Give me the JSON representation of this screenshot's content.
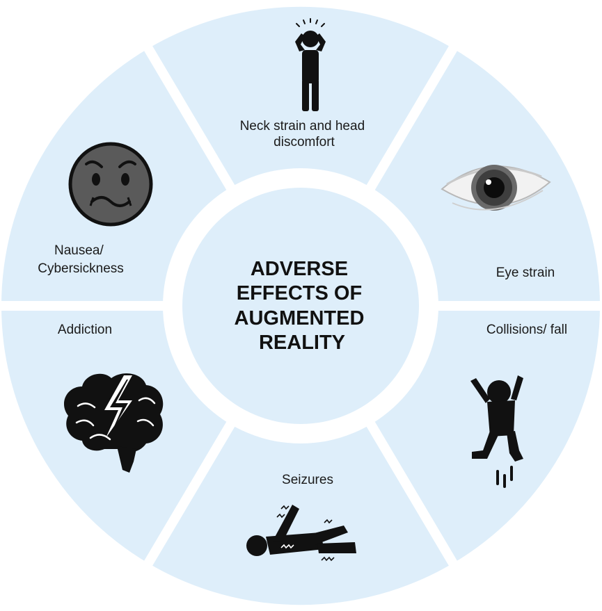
{
  "center": {
    "title_lines": [
      "ADVERSE",
      "EFFECTS OF",
      "AUGMENTED",
      "REALITY"
    ]
  },
  "segments": [
    {
      "id": "neck",
      "label_lines": [
        "Neck strain and head",
        "discomfort"
      ],
      "icon": "person-holding-head-icon"
    },
    {
      "id": "eye",
      "label_lines": [
        "Eye strain"
      ],
      "icon": "eye-icon"
    },
    {
      "id": "collision",
      "label_lines": [
        "Collisions/ fall"
      ],
      "icon": "falling-person-icon"
    },
    {
      "id": "seizures",
      "label_lines": [
        "Seizures"
      ],
      "icon": "seizure-person-icon"
    },
    {
      "id": "addiction",
      "label_lines": [
        "Addiction"
      ],
      "icon": "brain-lightning-icon"
    },
    {
      "id": "nausea",
      "label_lines": [
        "Nausea/",
        "Cybersickness"
      ],
      "icon": "nauseous-face-icon"
    }
  ],
  "colors": {
    "segment_fill": "#deeefa",
    "separator": "#ffffff",
    "icon": "#111111",
    "text": "#1a1a1a"
  }
}
